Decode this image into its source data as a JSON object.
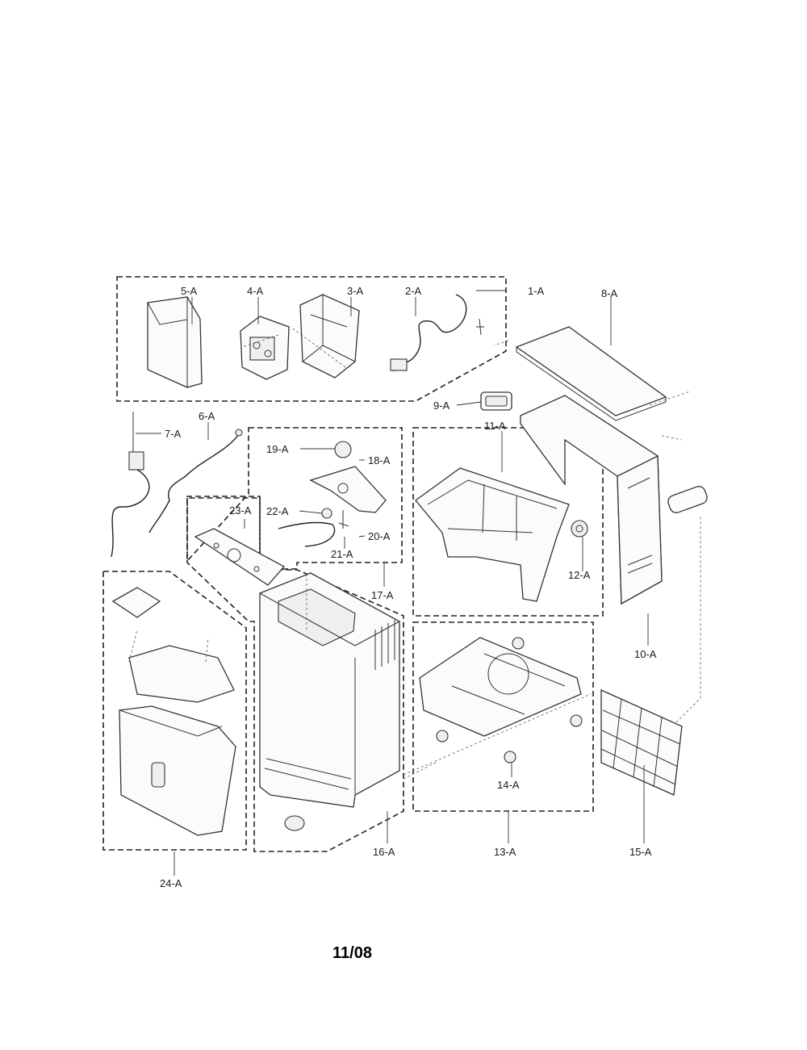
{
  "footer": {
    "code": "11/08"
  },
  "labels": {
    "p1": "1-A",
    "p2": "2-A",
    "p3": "3-A",
    "p4": "4-A",
    "p5": "5-A",
    "p6": "6-A",
    "p7": "7-A",
    "p8": "8-A",
    "p9": "9-A",
    "p10": "10-A",
    "p11": "11-A",
    "p12": "12-A",
    "p13": "13-A",
    "p14": "14-A",
    "p15": "15-A",
    "p16": "16-A",
    "p17": "17-A",
    "p18": "18-A",
    "p19": "19-A",
    "p20": "20-A",
    "p21": "21-A",
    "p22": "22-A",
    "p23": "23-A",
    "p24": "24-A"
  }
}
